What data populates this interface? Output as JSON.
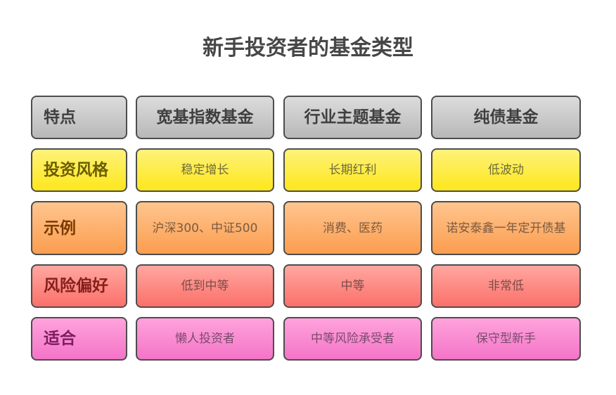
{
  "title": "新手投资者的基金类型",
  "header": {
    "label": "特点",
    "columns": [
      "宽基指数基金",
      "行业主题基金",
      "纯债基金"
    ]
  },
  "rows": [
    {
      "label": "投资风格",
      "values": [
        "稳定增长",
        "长期红利",
        "低波动"
      ],
      "color": "#fde71c"
    },
    {
      "label": "示例",
      "values": [
        "沪深300、中证500",
        "消费、医药",
        "诺安泰鑫一年定开债基"
      ],
      "color": "#fb9d4f"
    },
    {
      "label": "风险偏好",
      "values": [
        "低到中等",
        "中等",
        "非常低"
      ],
      "color": "#fb706a"
    },
    {
      "label": "适合",
      "values": [
        "懒人投资者",
        "中等风险承受者",
        "保守型新手"
      ],
      "color": "#f474c8"
    }
  ],
  "header_color": "#c8c8c8"
}
